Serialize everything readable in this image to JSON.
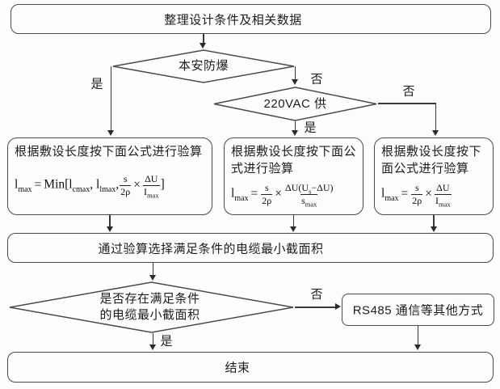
{
  "nodes": {
    "start": {
      "label": "整理设计条件及相关数据"
    },
    "decision1": {
      "label": "本安防爆"
    },
    "decision2": {
      "label": "220VAC 供"
    },
    "calc_left": {
      "line1": "根据敷设长度按下面公式进行验算"
    },
    "calc_mid": {
      "line1": "根据敷设长度按下面公",
      "line2": "式进行验算"
    },
    "calc_right": {
      "line1": "根据敷设长度按下",
      "line2": "面公式进行验算"
    },
    "select": {
      "label": "通过验算选择满足条件的电缆最小截面积"
    },
    "decision3": {
      "line1": "是否存在满足条件",
      "line2": "的电缆最小截面积"
    },
    "rs485": {
      "label": "RS485 通信等其他方式"
    },
    "end": {
      "label": "结束"
    }
  },
  "edge_labels": {
    "d1_yes": "是",
    "d1_no": "否",
    "d2_yes": "是",
    "d2_no": "否",
    "d3_yes": "是",
    "d3_no": "否"
  },
  "formulas": {
    "left": {
      "lhs_base": "l",
      "lhs_sub": "max",
      "eq": "=",
      "func": "Min[",
      "arg1_base": "l",
      "arg1_sub": "cmax",
      "comma1": ",",
      "arg2_base": "l",
      "arg2_sub": "lmax",
      "comma2": ",",
      "f1_num": "s",
      "f1_den": "2ρ",
      "times": "×",
      "f2_num": "ΔU",
      "f2_den_base": "I",
      "f2_den_sub": "max",
      "close": "]"
    },
    "mid": {
      "lhs_base": "l",
      "lhs_sub": "max",
      "eq": "=",
      "f1_num": "s",
      "f1_den": "2ρ",
      "times": "×",
      "f2_num_pre": "ΔU(U",
      "f2_num_sub": "s",
      "f2_num_post": "−ΔU)",
      "f2_den_base": "s",
      "f2_den_sub": "max"
    },
    "right": {
      "lhs_base": "l",
      "lhs_sub": "max",
      "eq": "=",
      "f1_num": "s",
      "f1_den": "2ρ",
      "times": "×",
      "f2_num": "ΔU",
      "f2_den_base": "I",
      "f2_den_sub": "max"
    }
  },
  "colors": {
    "background": "#fdfdfd",
    "border": "#4a4a4a",
    "line": "#3a3a3a",
    "text": "#1c1c1c"
  }
}
